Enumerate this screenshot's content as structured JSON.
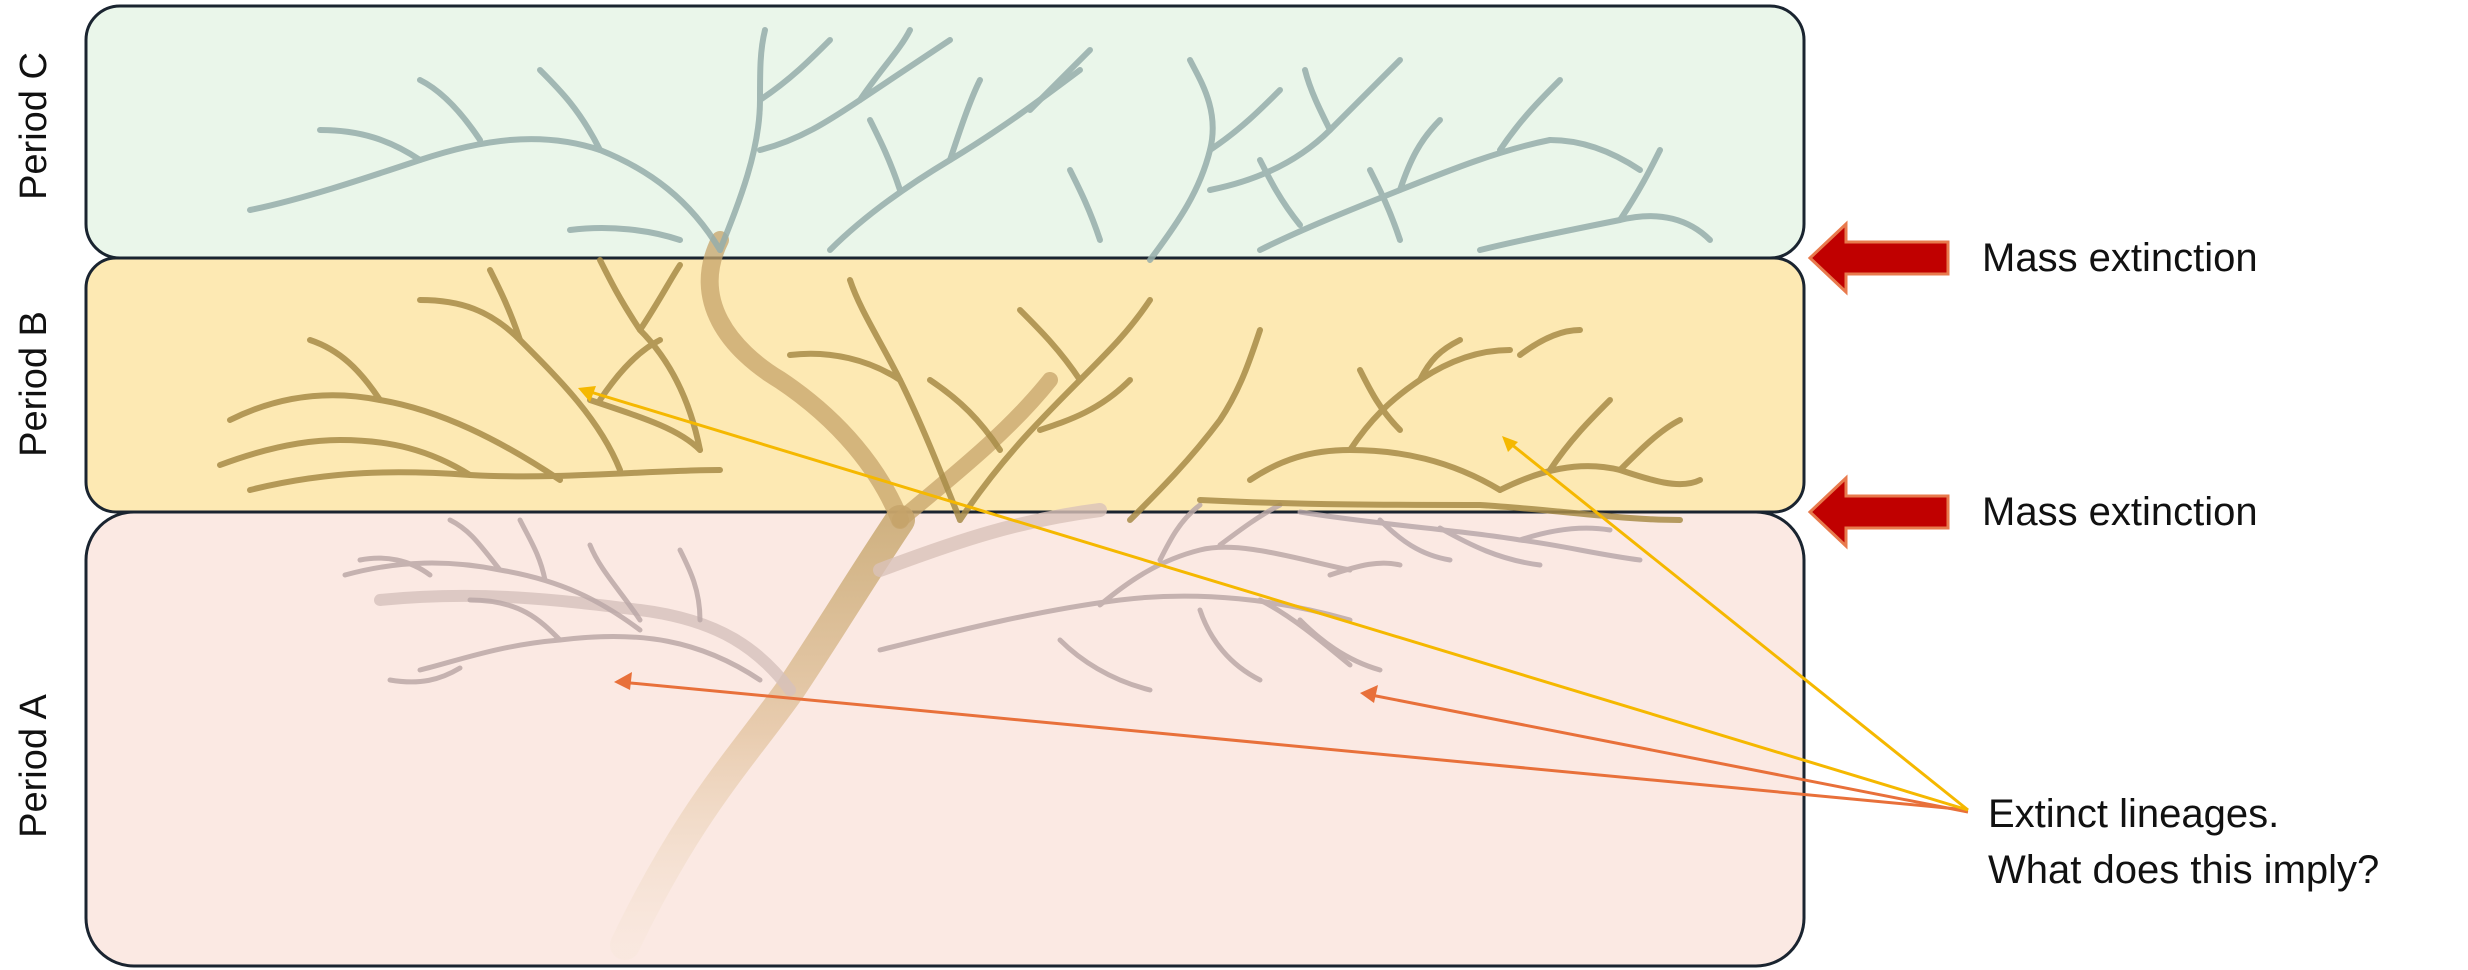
{
  "periods": [
    {
      "label": "Period C",
      "fill": "#eaf6ea"
    },
    {
      "label": "Period B",
      "fill": "#fde9b3"
    },
    {
      "label": "Period A",
      "fill": "#fbe9e3"
    }
  ],
  "events": [
    {
      "label": "Mass extinction",
      "arrow_color": "#c00000",
      "arrow_stroke": "#e87a4d"
    },
    {
      "label": "Mass extinction",
      "arrow_color": "#c00000",
      "arrow_stroke": "#e87a4d"
    }
  ],
  "annotation": {
    "line1": "Extinct lineages.",
    "line2": "What does this imply?",
    "pointer_colors": {
      "period_a": "#e8703a",
      "period_b": "#f5b800"
    }
  },
  "tree": {
    "trunk_color": "#e3c7a0",
    "branch_color_a": "#c9b3ae",
    "branch_color_b": "#b89c5a",
    "branch_color_c": "#9fb5b0"
  }
}
